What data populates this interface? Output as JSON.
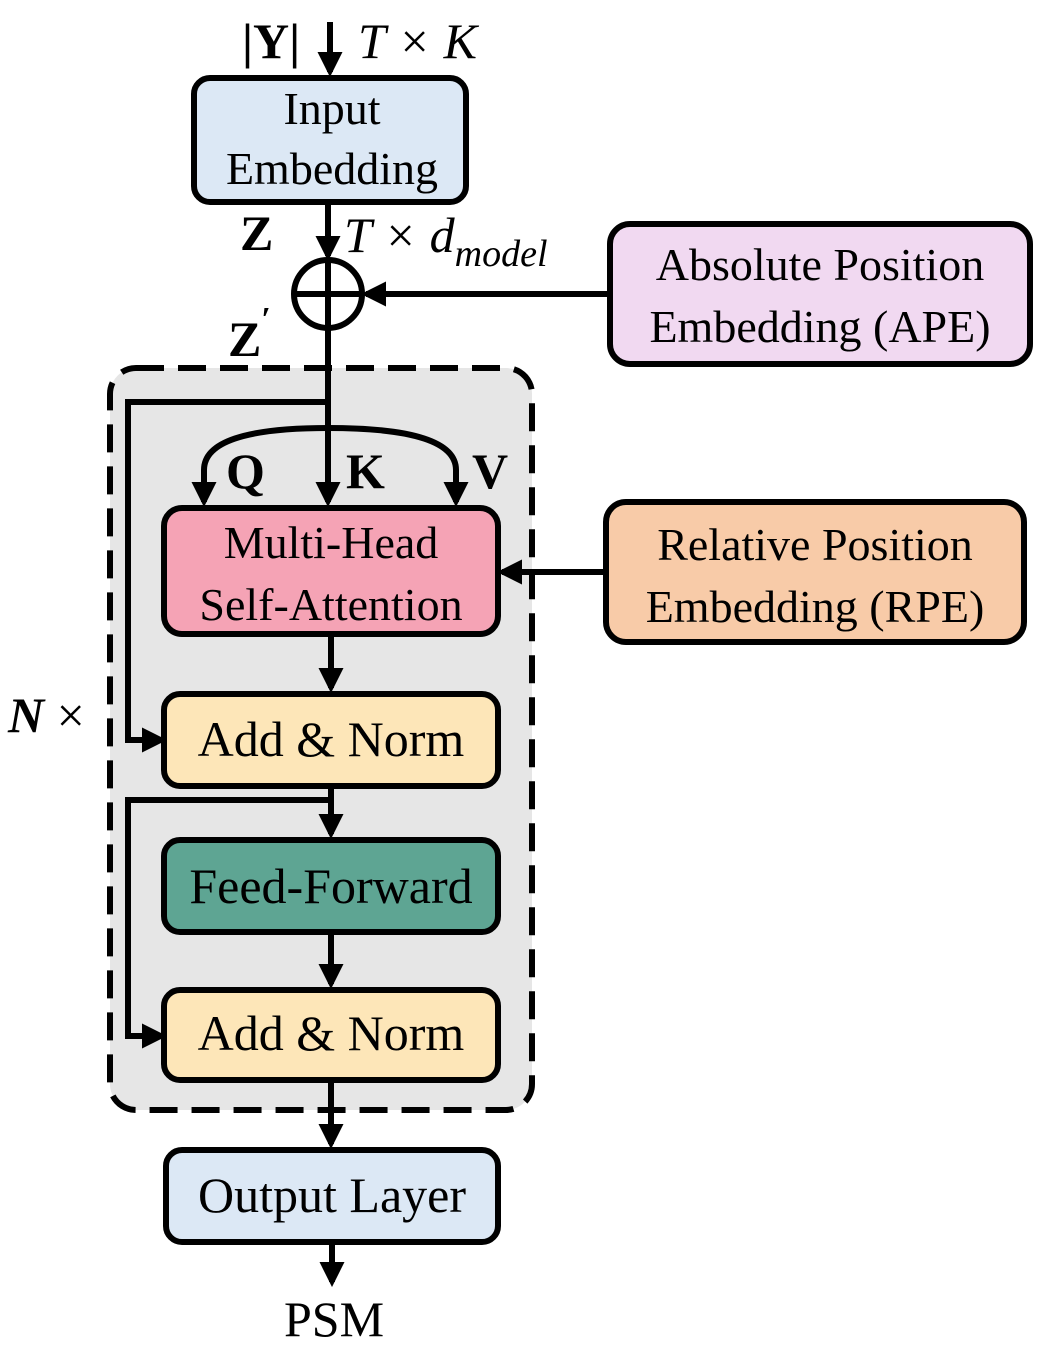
{
  "labels": {
    "input_y": "|Y|",
    "input_dims": "T × K",
    "z": "Z",
    "z_dims_prefix": "T × ",
    "z_dims_d": "d",
    "z_dims_sub": "model",
    "z_prime": "Z",
    "z_prime_mark": "′",
    "q": "Q",
    "k": "K",
    "v": "V",
    "n_times_n": "N",
    "n_times_x": " ×",
    "output": "PSM"
  },
  "boxes": {
    "input_embedding": {
      "line1": "Input",
      "line2": "Embedding"
    },
    "ape": {
      "line1": "Absolute Position",
      "line2": "Embedding (APE)"
    },
    "mhsa": {
      "line1": "Multi-Head",
      "line2": "Self-Attention"
    },
    "rpe": {
      "line1": "Relative Position",
      "line2": "Embedding (RPE)"
    },
    "add_norm_1": "Add & Norm",
    "feed_forward": "Feed-Forward",
    "add_norm_2": "Add & Norm",
    "output_layer": "Output Layer"
  },
  "colors": {
    "input_embedding": "#dce8f5",
    "ape": "#f1d9f1",
    "mhsa": "#f5a3b5",
    "rpe": "#f8cba8",
    "add_norm": "#fde6b8",
    "feed_forward": "#5ea593",
    "output_layer": "#dce8f5",
    "block_bg": "#e6e6e6"
  }
}
